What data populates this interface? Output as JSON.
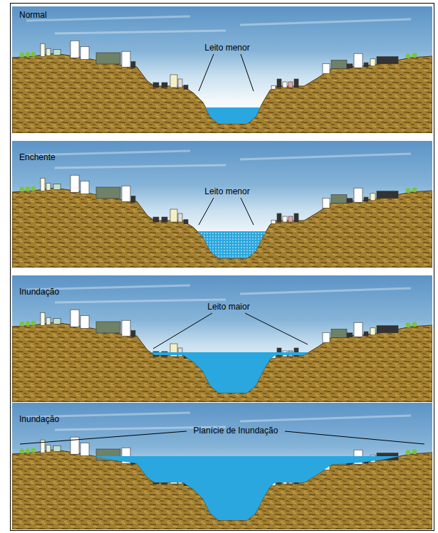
{
  "diagram": {
    "labels": [
      "Normal",
      "Leito menor",
      "Enchente",
      "Leito menor",
      "Inundação",
      "Leito maior",
      "Inundação",
      "Planície de Inundação"
    ]
  }
}
